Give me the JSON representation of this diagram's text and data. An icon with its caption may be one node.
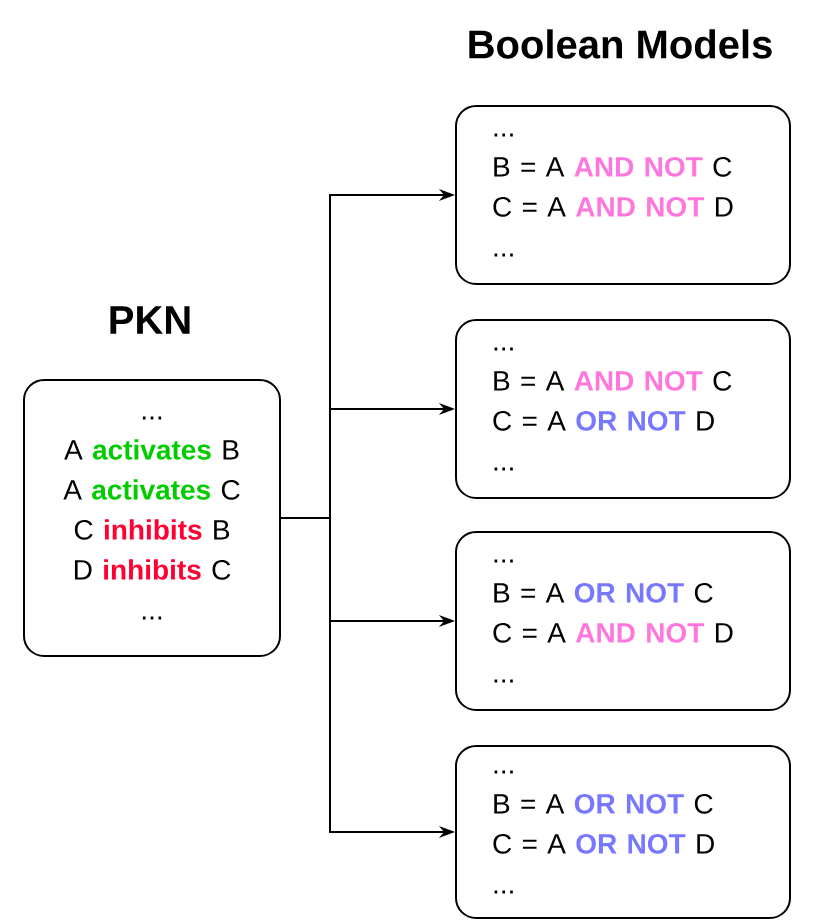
{
  "diagram": {
    "nodes": [
      {
        "text": [
          "PKN",
          "...",
          "A",
          "activates",
          "B",
          "A",
          "activates",
          "C",
          "C",
          "inhibits",
          "B",
          "D",
          "inhibits",
          "C",
          "..."
        ]
      },
      {
        "text": [
          "...",
          "B = A",
          "AND NOT",
          "C",
          "C = A",
          "AND NOT",
          "D",
          "..."
        ]
      },
      {
        "text": [
          "...",
          "B = A",
          "AND NOT",
          "C",
          "C = A",
          "OR NOT",
          "D",
          "..."
        ]
      },
      {
        "text": [
          "...",
          "B = A",
          "OR NOT",
          "C",
          "C = A",
          "AND NOT",
          "D",
          "..."
        ]
      },
      {
        "text": [
          "...",
          "B = A",
          "OR NOT",
          "C",
          "C = A",
          "OR NOT",
          "D",
          "..."
        ]
      }
    ],
    "edges": [
      {
        "from": 0,
        "to": 1,
        "arrow": "to"
      },
      {
        "from": 0,
        "to": 2,
        "arrow": "to"
      },
      {
        "from": 0,
        "to": 3,
        "arrow": "to"
      },
      {
        "from": 0,
        "to": 4,
        "arrow": "to"
      }
    ],
    "labels": [
      "Boolean Models"
    ]
  }
}
